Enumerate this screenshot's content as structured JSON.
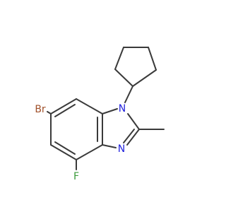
{
  "atoms": {
    "bromine": {
      "label": "Br",
      "color": "#a0502a"
    },
    "nitrogen_1": {
      "label": "N",
      "color": "#2222dd"
    },
    "nitrogen_3": {
      "label": "N",
      "color": "#2222dd"
    },
    "fluorine": {
      "label": "F",
      "color": "#3a9a3a"
    }
  },
  "colors": {
    "bond": "#3a3a3a",
    "background": "#ffffff"
  }
}
